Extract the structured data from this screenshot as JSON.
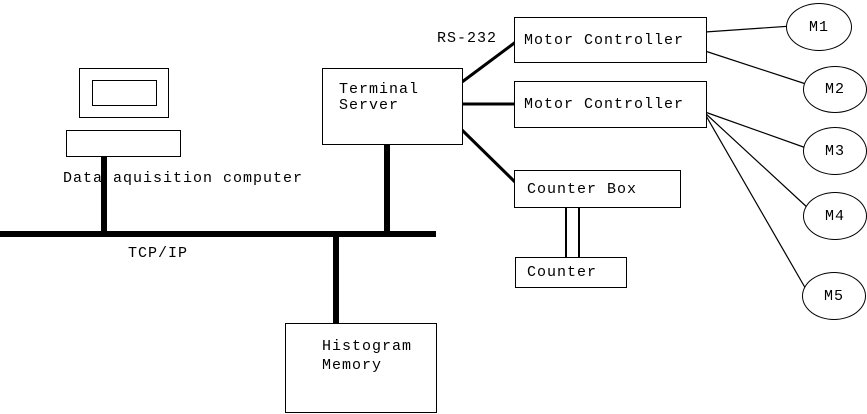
{
  "diagram": {
    "colors": {
      "background": "#ffffff",
      "line": "#000000",
      "text": "#000000"
    },
    "nodes": {
      "terminal_server": {
        "lines": [
          "Terminal",
          "Server"
        ]
      },
      "motor_controller_1": {
        "label": "Motor Controller"
      },
      "motor_controller_2": {
        "label": "Motor Controller"
      },
      "counter_box": {
        "label": "Counter Box"
      },
      "counter": {
        "label": "Counter"
      },
      "histogram_memory": {
        "lines": [
          "Histogram",
          "Memory"
        ]
      }
    },
    "motors": [
      {
        "label": "M1"
      },
      {
        "label": "M2"
      },
      {
        "label": "M3"
      },
      {
        "label": "M4"
      },
      {
        "label": "M5"
      }
    ],
    "labels": {
      "computer": "Data aquisition computer",
      "bus": "TCP/IP",
      "serial": "RS-232"
    }
  }
}
